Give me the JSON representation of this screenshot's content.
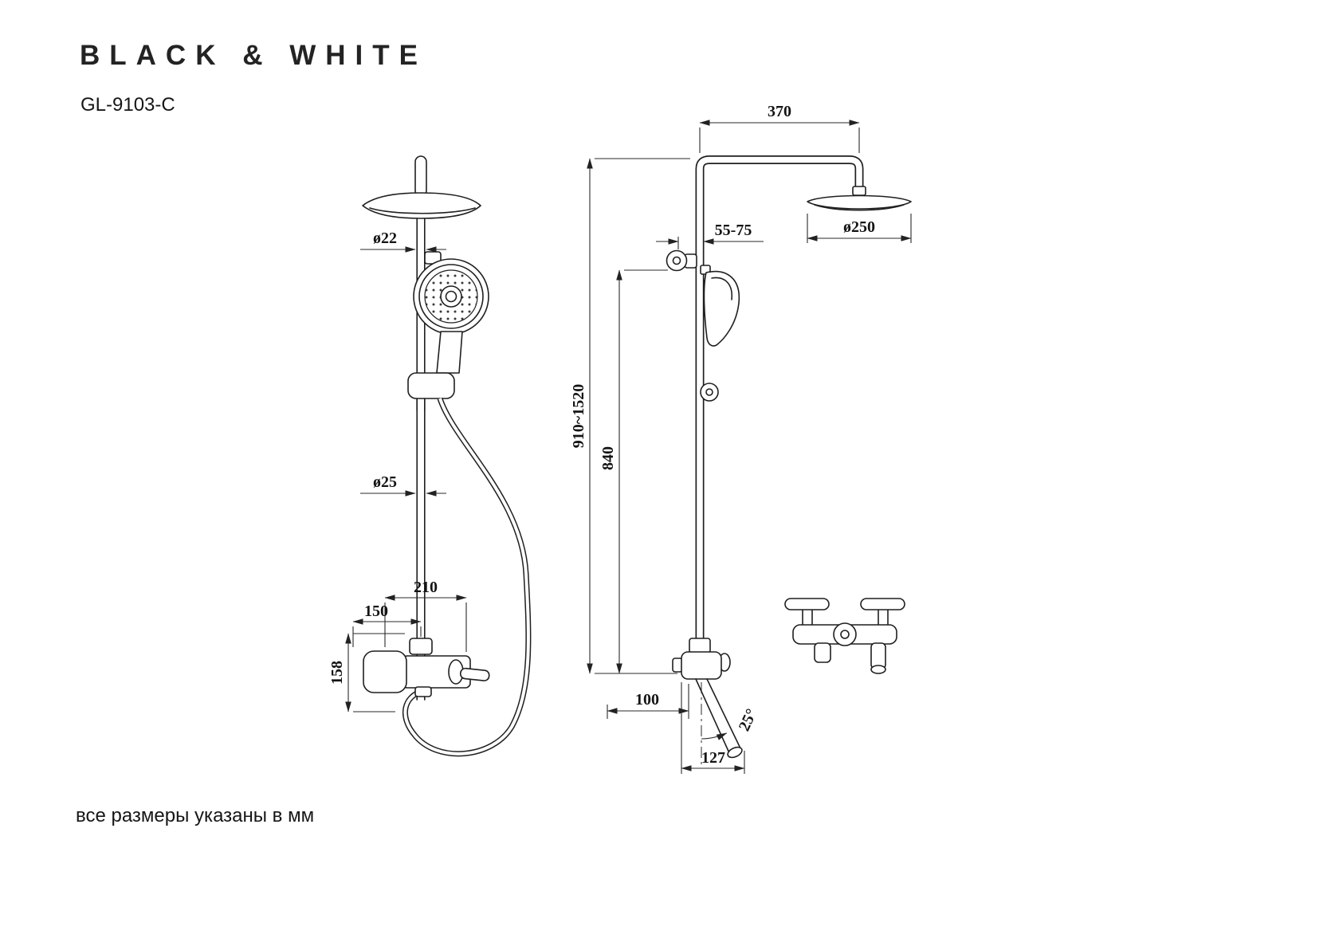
{
  "header": {
    "brand": "BLACK & WHITE",
    "model": "GL-9103-C"
  },
  "footer": {
    "note": "все размеры указаны в мм"
  },
  "dims": {
    "arm_reach": "370",
    "wall_distance": "55-75",
    "head_diameter": "ø250",
    "pole_upper_diameter": "ø22",
    "pole_diameter": "ø25",
    "height_range": "910~1520",
    "height_to_bracket": "840",
    "mixer_width": "210",
    "mixer_to_pole": "150",
    "mixer_height": "158",
    "spout_reach": "100",
    "spout_length": "127",
    "spout_angle": "25°"
  },
  "colors": {
    "line": "#1f1f1f",
    "dimension": "#2a2a2a"
  }
}
